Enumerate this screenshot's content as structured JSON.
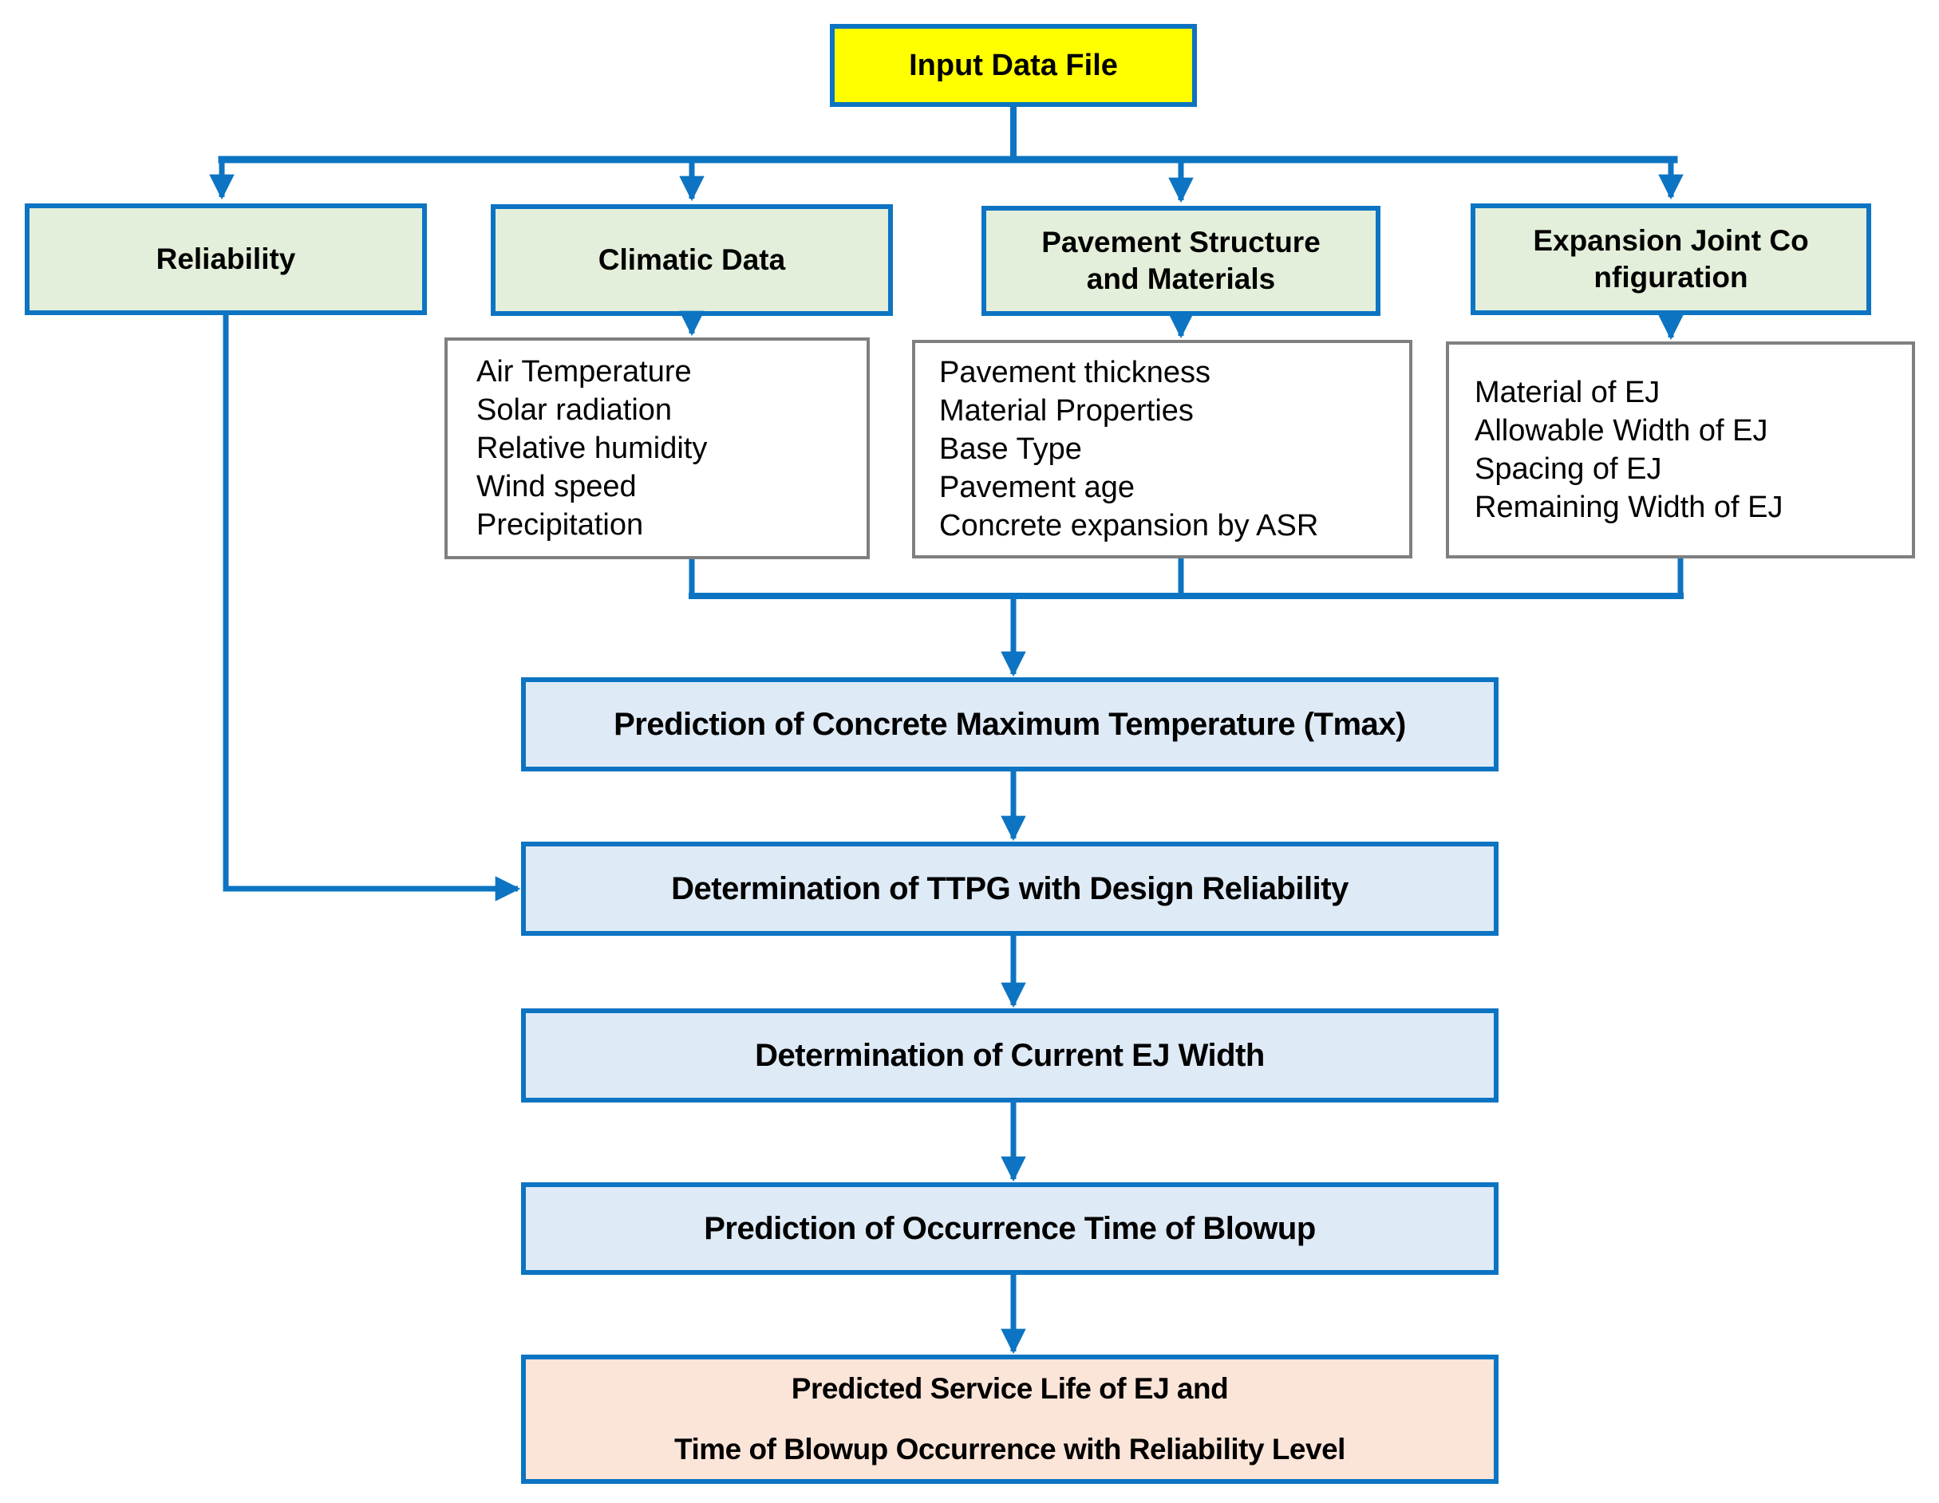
{
  "diagram_title": "Flowchart for prediction of expansion joint service life and blowup occurrence",
  "colors": {
    "accent_blue": "#0C74C2",
    "input_fill": "#FFFF00",
    "branch_fill": "#E3EFDA",
    "process_fill": "#DEEAF6",
    "result_fill": "#FBE4D8",
    "detail_border_gray": "#7F7F7F",
    "text": "#000000"
  },
  "input_box": {
    "label": "Input Data File"
  },
  "branch_boxes": {
    "reliability": {
      "line1": "Reliability"
    },
    "climatic": {
      "line1": "Climatic Data"
    },
    "pavement": {
      "line1": "Pavement Structure",
      "line2": "and Materials"
    },
    "expansion": {
      "line1": "Expansion Joint Co",
      "line2": "nfiguration"
    }
  },
  "detail_boxes": {
    "climatic": {
      "items": [
        "Air Temperature",
        "Solar radiation",
        "Relative humidity",
        "Wind speed",
        "Precipitation"
      ]
    },
    "pavement": {
      "items": [
        "Pavement thickness",
        "Material Properties",
        "Base Type",
        "Pavement age",
        "Concrete expansion by ASR"
      ]
    },
    "expansion": {
      "items": [
        "Material of EJ",
        "Allowable Width of EJ",
        "Spacing of EJ",
        "Remaining Width of EJ"
      ]
    }
  },
  "process_boxes": [
    {
      "label": "Prediction of Concrete Maximum Temperature (Tmax)"
    },
    {
      "label": "Determination of TTPG with Design Reliability"
    },
    {
      "label": "Determination of Current EJ Width"
    },
    {
      "label": "Prediction of Occurrence Time of Blowup"
    }
  ],
  "result_box": {
    "line1": "Predicted Service Life of EJ and",
    "line2": "Time of Blowup Occurrence with Reliability Level"
  }
}
